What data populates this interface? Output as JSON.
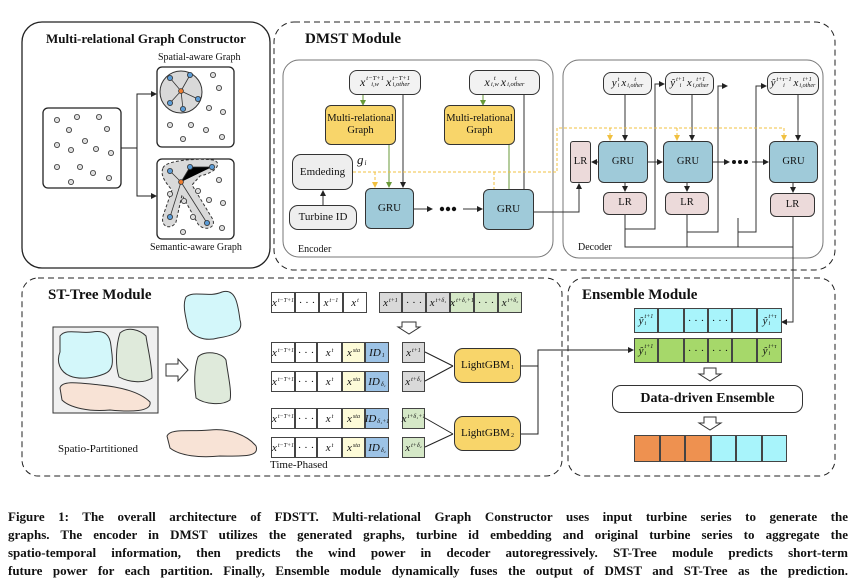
{
  "graph_constructor": {
    "title": "Multi-relational Graph Constructor",
    "spatial_label": "Spatial-aware Graph",
    "semantic_label": "Semantic-aware Graph"
  },
  "dmst": {
    "title": "DMST Module",
    "encoder": {
      "label": "Encoder",
      "mrg_label": "Multi-relational Graph",
      "embedding_label": "Emdeding",
      "turbine_id_label": "Turbine ID",
      "gru_label": "GRU",
      "input1": [
        {
          "b": "x",
          "sup": "t−T+1",
          "sub": "i,w"
        },
        {
          "b": "x",
          "sup": "t−T+1",
          "sub": "i,other"
        }
      ],
      "input2": [
        {
          "b": "x",
          "sup": "t",
          "sub": "i,w"
        },
        {
          "b": "x",
          "sup": "t",
          "sub": "i,other"
        }
      ],
      "g": [
        {
          "b": "g",
          "sub": "i"
        }
      ]
    },
    "decoder": {
      "label": "Decoder",
      "gru_label": "GRU",
      "lr_label": "LR",
      "input1": [
        {
          "b": "y",
          "sup": "t",
          "sub": "i"
        },
        {
          "b": "x",
          "sup": "t",
          "sub": "i,other"
        }
      ],
      "input2": [
        {
          "b": "ŷ",
          "sup": "t+1",
          "sub": "i"
        },
        {
          "b": "x",
          "sup": "t+1",
          "sub": "i,other"
        }
      ],
      "input3": [
        {
          "b": "ŷ",
          "sup": "t+τ−1",
          "sub": "i"
        },
        {
          "b": "x",
          "sup": "t+1",
          "sub": "i,other"
        }
      ]
    }
  },
  "st_tree": {
    "title": "ST-Tree Module",
    "spatio_label": "Spatio-Partitioned",
    "time_label": "Time-Phased",
    "history_row": [
      [
        {
          "b": "x",
          "sup": "t−T+1"
        }
      ],
      "· · ·",
      [
        {
          "b": "x",
          "sup": "t−1"
        }
      ],
      [
        {
          "b": "x",
          "sup": "t"
        }
      ]
    ],
    "future_row": [
      [
        {
          "b": "x",
          "sup": "t+1"
        }
      ],
      "· · ·",
      [
        {
          "b": "x",
          "sup": "t+δ₁"
        }
      ],
      [
        {
          "b": "x",
          "sup": "t+δ₁+1"
        }
      ],
      "· · ·",
      [
        {
          "b": "x",
          "sup": "t+δ₂"
        }
      ]
    ],
    "feature_rows": [
      {
        "cells": [
          [
            {
              "b": "x",
              "sup": "t−T+1"
            }
          ],
          "· · ·",
          [
            {
              "b": "x",
              "sup": "t"
            }
          ],
          [
            {
              "b": "x",
              "sup": "sta"
            }
          ],
          [
            {
              "b": "ID",
              "sub": "1"
            }
          ]
        ],
        "target": [
          {
            "b": "x",
            "sup": "t+1"
          }
        ]
      },
      {
        "cells": [
          [
            {
              "b": "x",
              "sup": "t−T+1"
            }
          ],
          "· · ·",
          [
            {
              "b": "x",
              "sup": "t"
            }
          ],
          [
            {
              "b": "x",
              "sup": "sta"
            }
          ],
          [
            {
              "b": "ID",
              "sub": "δ₁"
            }
          ]
        ],
        "target": [
          {
            "b": "x",
            "sup": "t+δ₁"
          }
        ]
      },
      {
        "cells": [
          [
            {
              "b": "x",
              "sup": "t−T+1"
            }
          ],
          "· · ·",
          [
            {
              "b": "x",
              "sup": "t"
            }
          ],
          [
            {
              "b": "x",
              "sup": "sta"
            }
          ],
          [
            {
              "b": "ID",
              "sub": "δ₁+1"
            }
          ]
        ],
        "target": [
          {
            "b": "x",
            "sup": "t+δ₁+1"
          }
        ]
      },
      {
        "cells": [
          [
            {
              "b": "x",
              "sup": "t−T+1"
            }
          ],
          "· · ·",
          [
            {
              "b": "x",
              "sup": "t"
            }
          ],
          [
            {
              "b": "x",
              "sup": "sta"
            }
          ],
          [
            {
              "b": "ID",
              "sub": "δ₂"
            }
          ]
        ],
        "target": [
          {
            "b": "x",
            "sup": "t+δ₂"
          }
        ]
      }
    ],
    "lightgbm1": [
      {
        "b": "LightGBM",
        "sub": "1",
        "it": false
      }
    ],
    "lightgbm2": [
      {
        "b": "LightGBM",
        "sub": "2",
        "it": false
      }
    ]
  },
  "ensemble": {
    "title": "Ensemble Module",
    "ensemble_label": "Data-driven Ensemble",
    "dmst_row": [
      [
        {
          "b": "ŷ",
          "sup": "t+1",
          "sub": "i"
        }
      ],
      "",
      "· · ·",
      "· · ·",
      "",
      [
        {
          "b": "ŷ",
          "sup": "t+τ",
          "sub": "i"
        }
      ]
    ],
    "tree_row": [
      [
        {
          "b": "ŷ",
          "sup": "t+1",
          "sub": "i"
        }
      ],
      "",
      "· · ·",
      "· · ·",
      "",
      [
        {
          "b": "ŷ",
          "sup": "t+τ",
          "sub": "i"
        }
      ]
    ],
    "output_colors": [
      "#ee9150",
      "#ee9150",
      "#ee9150",
      "#a8f4fb",
      "#a8f4fb",
      "#a8f4fb"
    ]
  },
  "colors": {
    "mrg": "#f8d56a",
    "gru": "#9fcad9",
    "lr": "#ecdada",
    "dmst_row": "#a8f4fb",
    "tree_row": "#a6d86a",
    "sta": "#fdfbd8",
    "id": "#9dc3e6",
    "future_gray": "#d9d9d9",
    "future_green": "#d5e8c7"
  },
  "caption": {
    "label": "Figure 1:",
    "lines": [
      "The overall architecture of FDSTT. Multi-relational Graph Constructor uses input turbine series to generate the",
      "graphs. The encoder in DMST utilizes the generated graphs, turbine id embedding and original turbine series to aggregate the",
      "spatio-temporal information, then predicts the wind power in decoder autoregressively. ST-Tree module predicts short-term",
      "future power for each partition. Finally, Ensemble module dynamically fuses the output of DMST and ST-Tree as the prediction."
    ]
  }
}
